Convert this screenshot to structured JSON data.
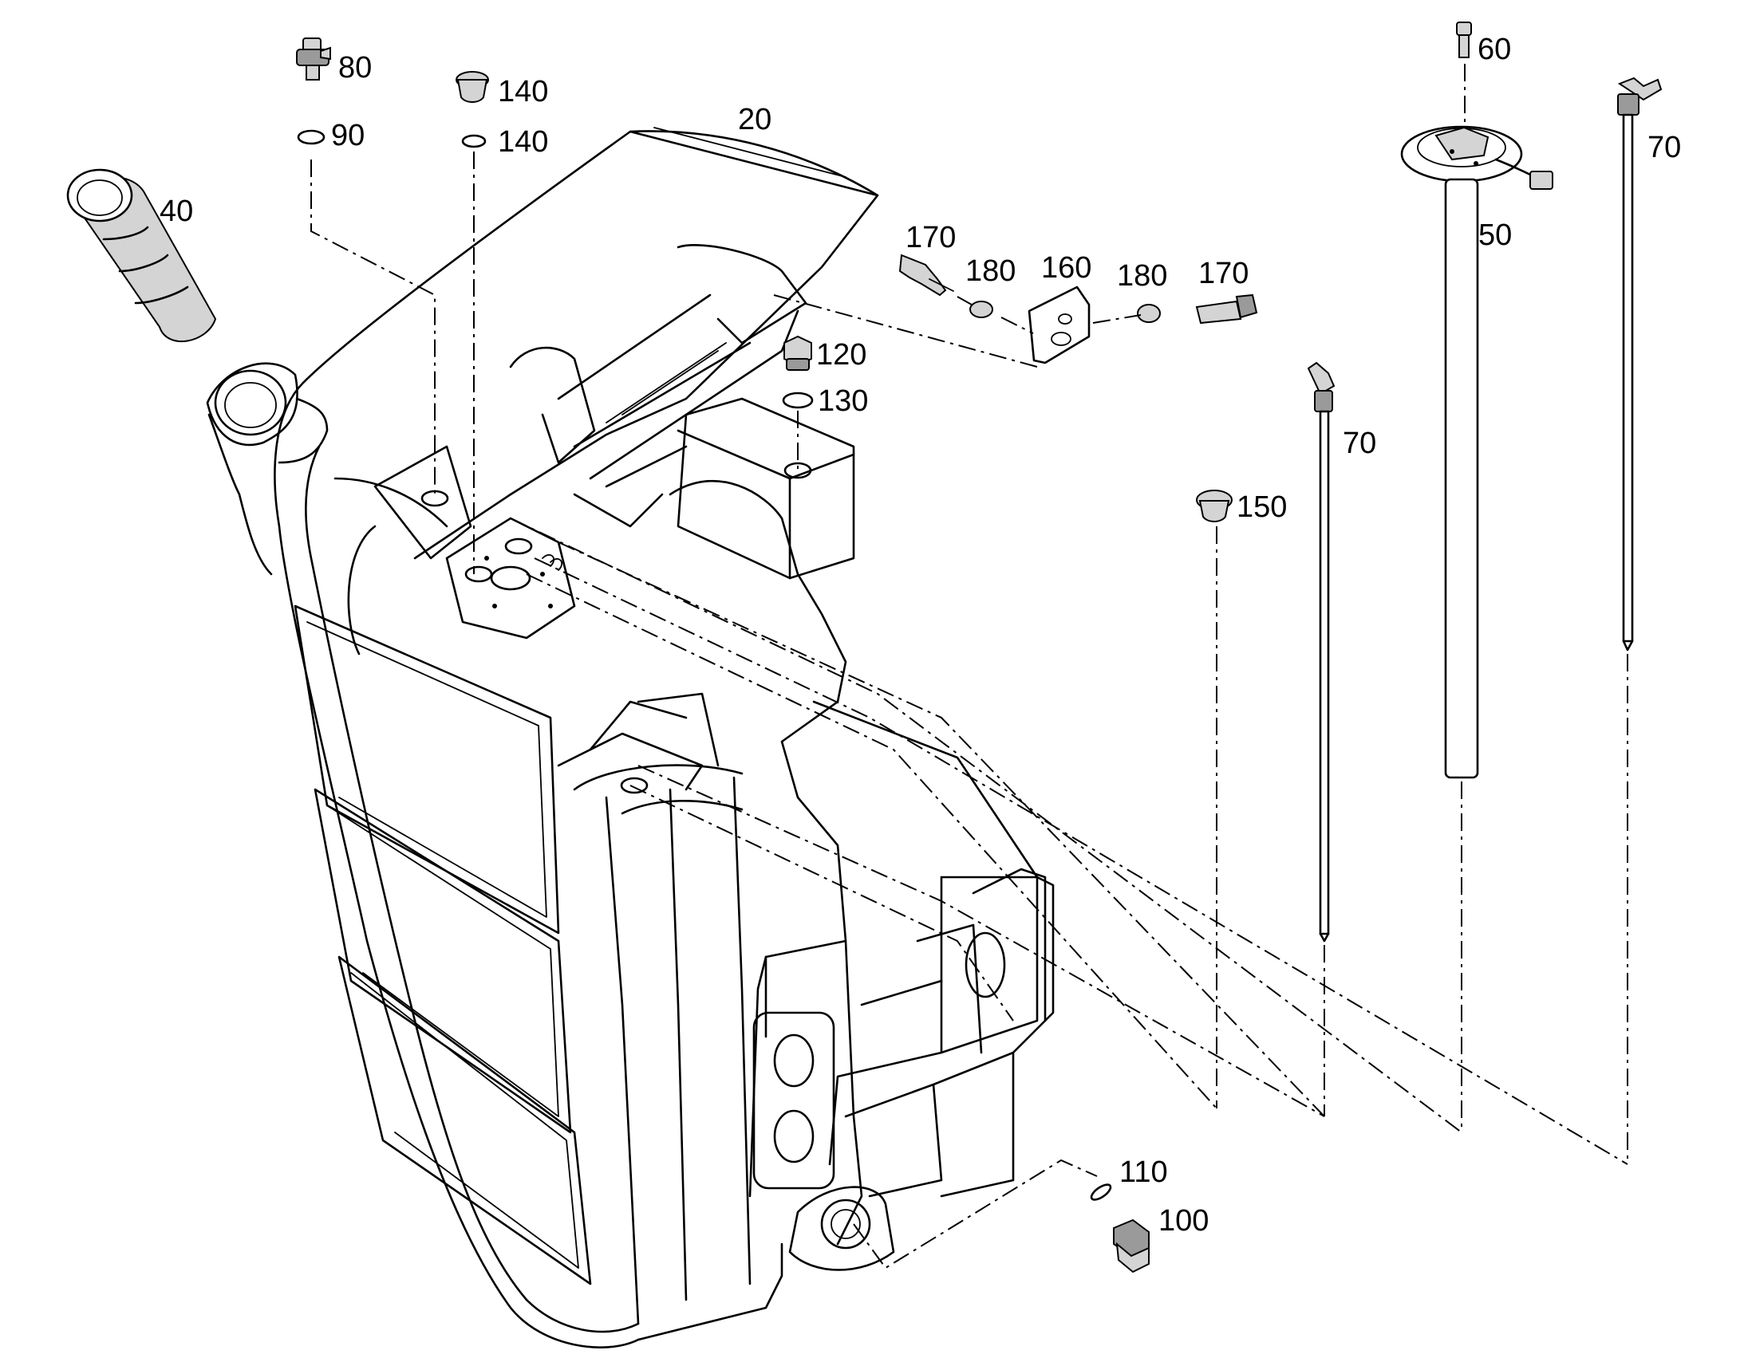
{
  "diagram": {
    "callouts": [
      {
        "id": "c20",
        "text": "20"
      },
      {
        "id": "c40",
        "text": "40"
      },
      {
        "id": "c50",
        "text": "50"
      },
      {
        "id": "c60",
        "text": "60"
      },
      {
        "id": "c70a",
        "text": "70"
      },
      {
        "id": "c70b",
        "text": "70"
      },
      {
        "id": "c80",
        "text": "80"
      },
      {
        "id": "c90",
        "text": "90"
      },
      {
        "id": "c100",
        "text": "100"
      },
      {
        "id": "c110",
        "text": "110"
      },
      {
        "id": "c120",
        "text": "120"
      },
      {
        "id": "c130",
        "text": "130"
      },
      {
        "id": "c140a",
        "text": "140"
      },
      {
        "id": "c140b",
        "text": "140"
      },
      {
        "id": "c150",
        "text": "150"
      },
      {
        "id": "c160",
        "text": "160"
      },
      {
        "id": "c170a",
        "text": "170"
      },
      {
        "id": "c170b",
        "text": "170"
      },
      {
        "id": "c180a",
        "text": "180"
      },
      {
        "id": "c180b",
        "text": "180"
      }
    ]
  }
}
